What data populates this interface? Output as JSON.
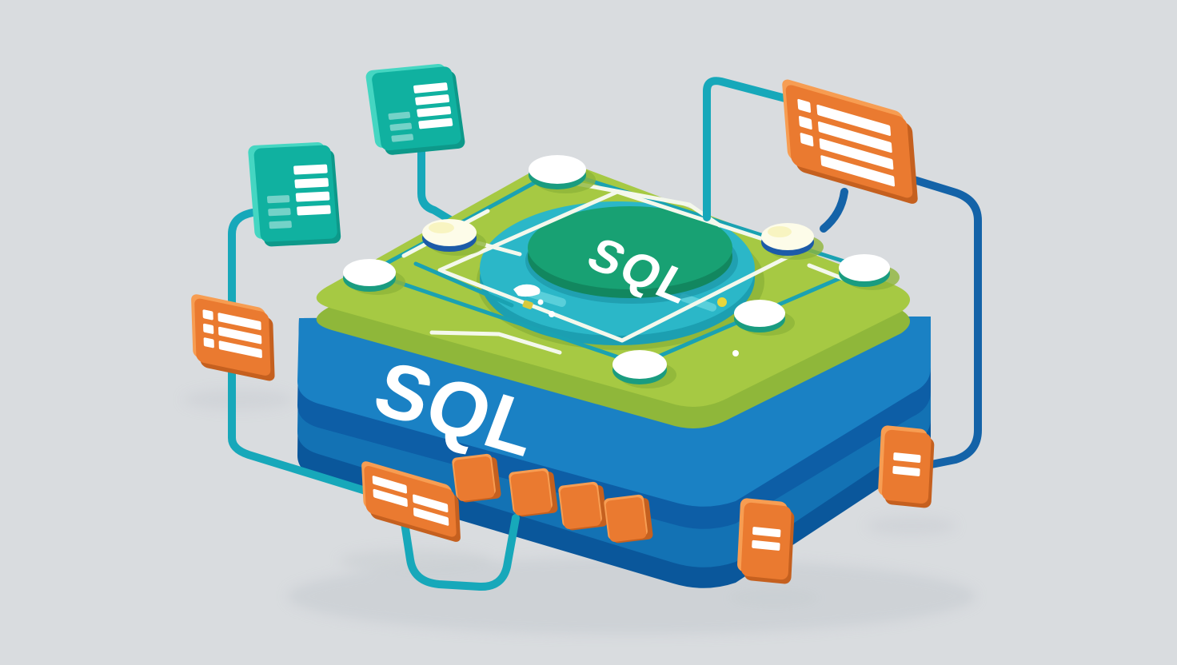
{
  "labels": {
    "front_sql": "SQL",
    "top_sql": "SQL"
  },
  "palette": {
    "background": "#d9dcdf",
    "top_surface_green": "#a6c943",
    "surface_edge_green": "#8fb73a",
    "body_blue": "#1a81c4",
    "body_blue_lower": "#1372b4",
    "body_groove": "#0d5ea6",
    "body_navy": "#0a579b",
    "platform_cyan": "#2bb7c8",
    "platform_side": "#1c9fb1",
    "sql_disc_green": "#18a173",
    "sql_disc_side": "#12875f",
    "cable_teal": "#17a8ba",
    "cable_blue": "#1463a8",
    "circuit_ring_teal": "#1aa2b2",
    "trace_white": "#f4f8ec",
    "card_teal": "#10b1a0",
    "card_teal_light": "#45d6c2",
    "card_teal_dark": "#0d998a",
    "card_orange": "#ea7a30",
    "card_orange_light": "#f79d52",
    "card_orange_dark": "#c5601f",
    "node_rim_teal": "#1a9c80",
    "node_rim_navy": "#1c5ba8",
    "node_fill": "#ffffff",
    "shadow": "#c7cbd0"
  },
  "elements": {
    "database_block": {
      "layers": 2,
      "top_label": "SQL"
    },
    "connector_nodes": 7,
    "teal_table_cards": [
      {
        "name": "table-card-top",
        "white_rows": 4,
        "faint_rows": 3
      },
      {
        "name": "table-card-left",
        "white_rows": 4,
        "faint_rows": 3
      }
    ],
    "orange_table_cards": [
      {
        "name": "table-card-top-right",
        "squares": 3,
        "bars": 4
      },
      {
        "name": "table-card-left",
        "squares": 3,
        "bars": 3
      },
      {
        "name": "table-card-bottom",
        "bars": 4
      }
    ],
    "orange_tiles": [
      {
        "name": "tile-right-upper",
        "bars": 2
      },
      {
        "name": "tile-right-lower",
        "bars": 2
      }
    ],
    "port_cubes": 4
  }
}
